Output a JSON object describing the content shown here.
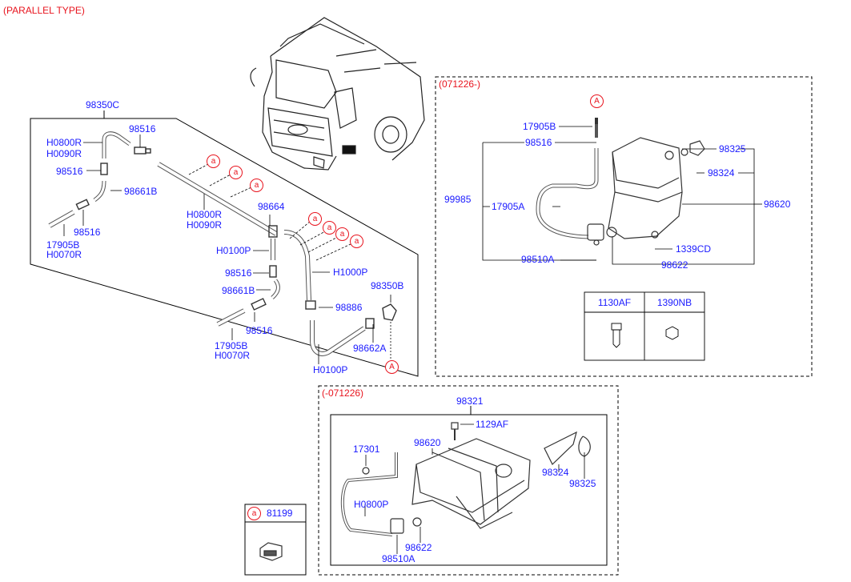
{
  "header": {
    "title": "(PARALLEL TYPE)"
  },
  "left_group": {
    "ref": "98350C",
    "labels": [
      "98516",
      "H0800R",
      "H0090R",
      "98516",
      "98661B",
      "98516",
      "17905B",
      "H0070R",
      "H0800R",
      "H0090R",
      "98664",
      "H0100P",
      "98516",
      "98661B",
      "98516",
      "17905B",
      "H0070R",
      "H1000P",
      "98350B",
      "98886",
      "98662A",
      "H0100P"
    ],
    "markers": [
      "a",
      "a",
      "a",
      "a",
      "a",
      "a",
      "a",
      "A"
    ]
  },
  "right_group": {
    "period": "(071226-)",
    "marker": "A",
    "labels": [
      "17905B",
      "98516",
      "99985",
      "17905A",
      "98510A",
      "98325",
      "98324",
      "98620",
      "1339CD",
      "98622"
    ],
    "table": {
      "headers": [
        "1130AF",
        "1390NB"
      ]
    }
  },
  "bottom_group": {
    "period": "(-071226)",
    "labels": [
      "98321",
      "1129AF",
      "17301",
      "98620",
      "H0800P",
      "98324",
      "98325",
      "98622",
      "98510A"
    ]
  },
  "clip_box": {
    "marker": "a",
    "part": "81199"
  }
}
